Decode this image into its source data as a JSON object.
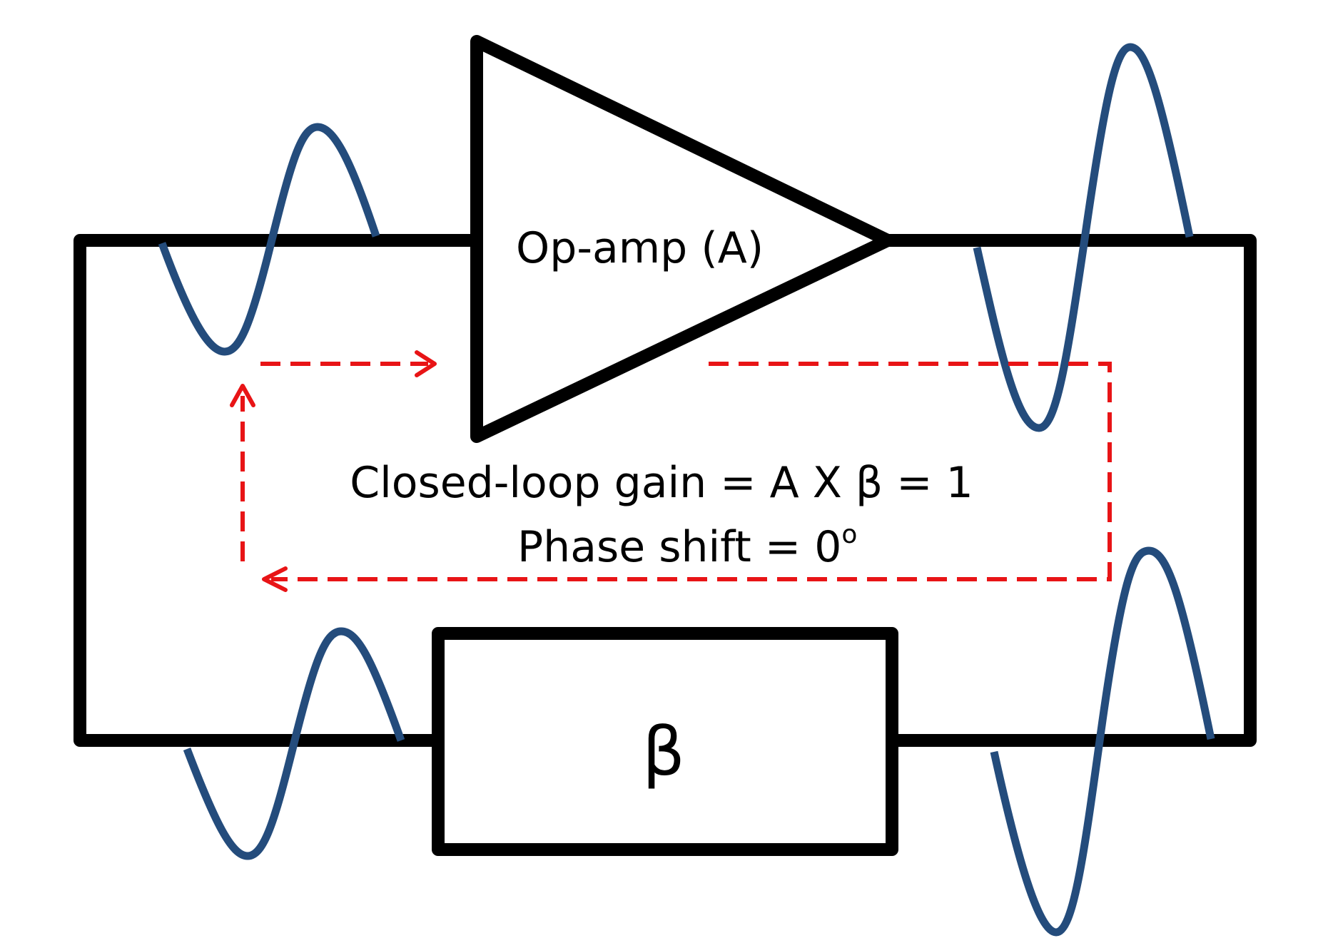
{
  "diagram": {
    "amplifier_label": "Op-amp (A)",
    "feedback_label": "β",
    "gain_condition": "Closed-loop gain = A X β = 1",
    "phase_condition": "Phase shift = 0",
    "phase_unit": "o"
  },
  "colors": {
    "wires": "#000000",
    "waveforms": "#244c7c",
    "loop_path": "#e81416",
    "background": "#ffffff"
  }
}
